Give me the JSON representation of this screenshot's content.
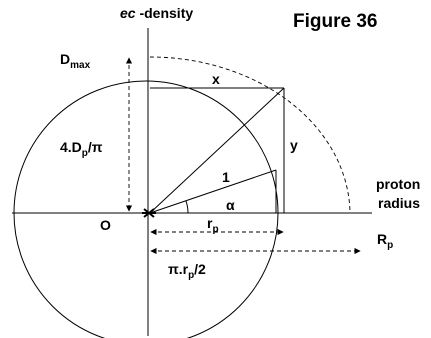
{
  "figure": {
    "title": "Figure 36",
    "y_axis_label_italic": "ec",
    "y_axis_label_rest": " -density",
    "x_axis_label_line1": "proton",
    "x_axis_label_line2": "radius",
    "origin_label": "O",
    "dmax_main": "D",
    "dmax_sub": "max",
    "height_label_pre": "4.D",
    "height_label_sub": "p",
    "height_label_post": "/π",
    "x_label": "x",
    "y_label": "y",
    "unit_radius_label": "1",
    "angle_label": "α",
    "rp_main": "r",
    "rp_sub": "p",
    "pi_rp_pre": "π.r",
    "pi_rp_sub": "p",
    "pi_rp_post": "/2",
    "Rp_main": "R",
    "Rp_sub": "p"
  }
}
